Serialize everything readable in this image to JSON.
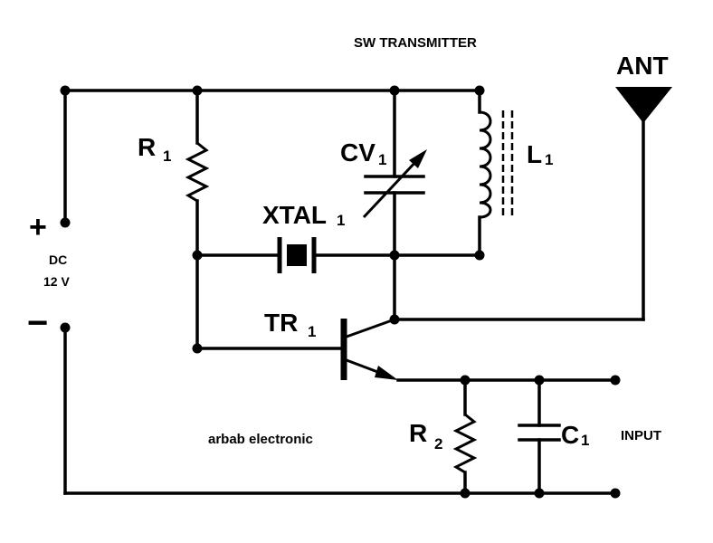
{
  "diagram": {
    "title": "SW TRANSMITTER",
    "credit": "arbab electronic",
    "antenna": "ANT",
    "supply": {
      "plus": "+",
      "minus": "−",
      "type": "DC",
      "voltage": "12 V"
    },
    "input": "INPUT",
    "components": {
      "r1": {
        "name": "R",
        "sub": "1"
      },
      "cv1": {
        "name": "CV",
        "sub": "1"
      },
      "l1": {
        "name": "L",
        "sub": "1"
      },
      "xtal1": {
        "name": "XTAL",
        "sub": "1"
      },
      "tr1": {
        "name": "TR",
        "sub": "1"
      },
      "r2": {
        "name": "R",
        "sub": "2"
      },
      "c1": {
        "name": "C",
        "sub": "1"
      }
    }
  }
}
